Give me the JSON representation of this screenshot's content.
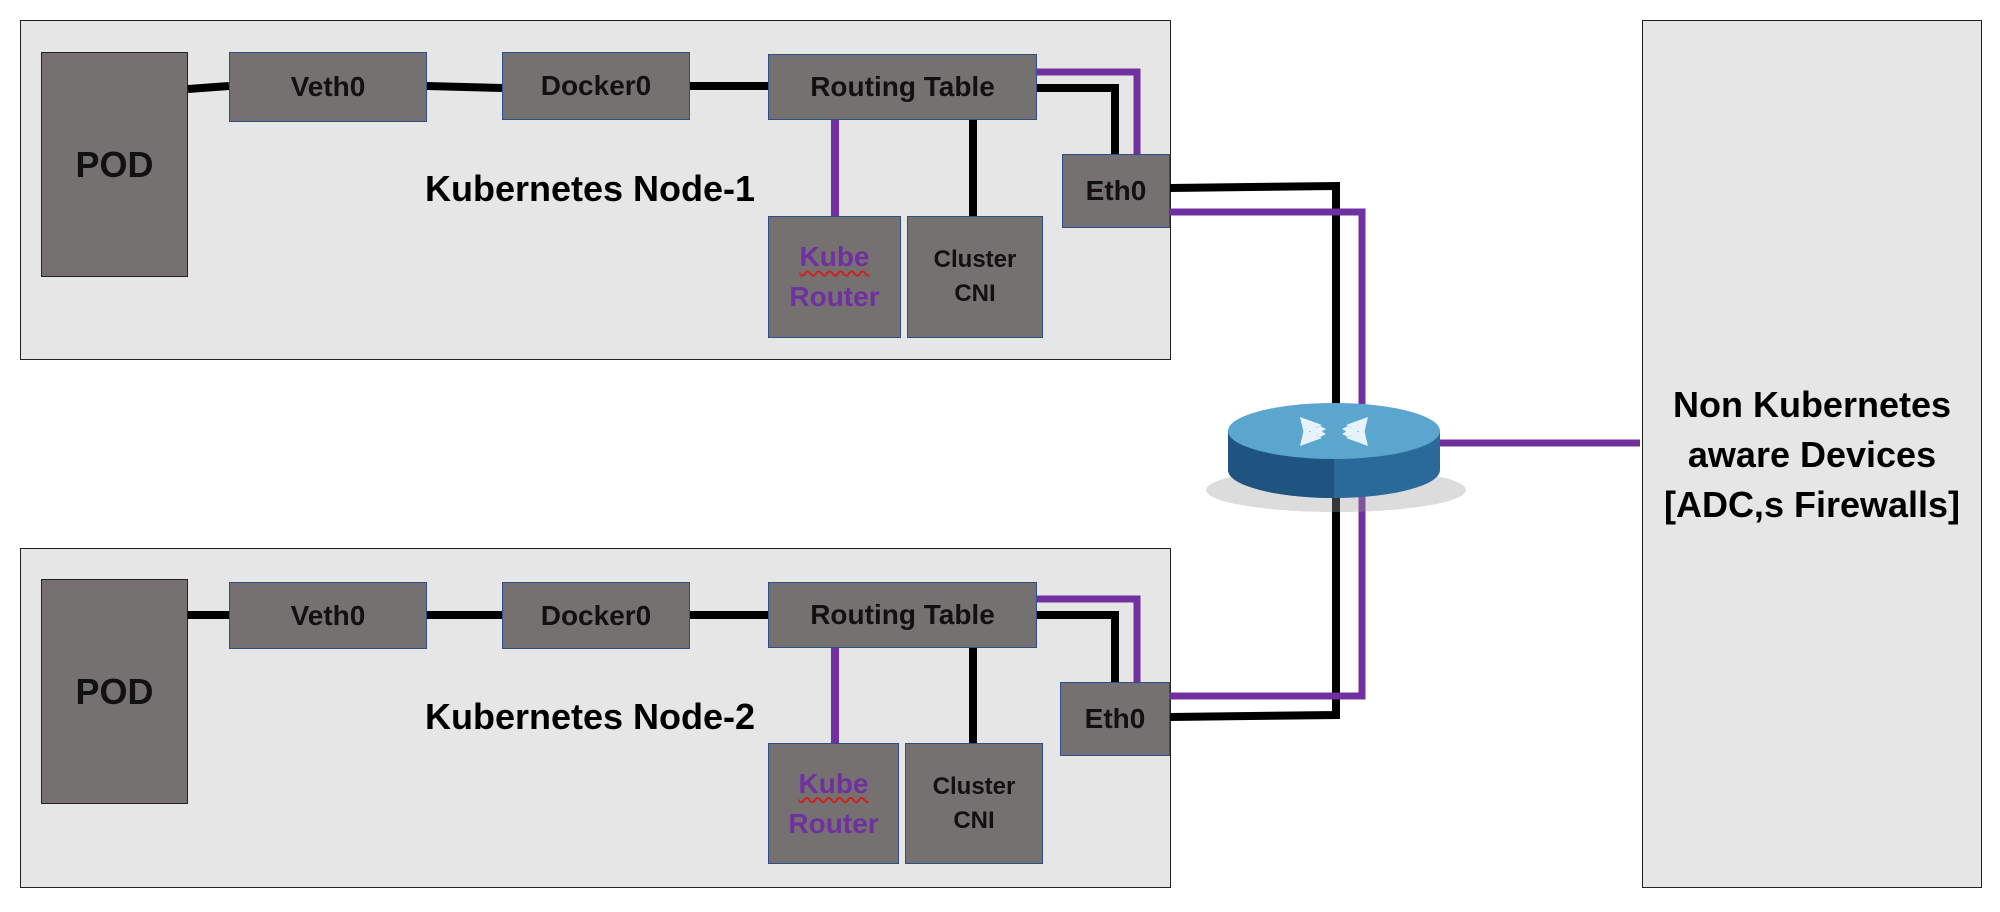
{
  "nodes": [
    {
      "title": "Kubernetes Node-1",
      "pod": "POD",
      "veth": "Veth0",
      "docker": "Docker0",
      "routing_table": "Routing Table",
      "eth": "Eth0",
      "kube_router": {
        "line1": "Kube",
        "line2": "Router"
      },
      "cluster_cni": {
        "line1": "Cluster",
        "line2": "CNI"
      }
    },
    {
      "title": "Kubernetes Node-2",
      "pod": "POD",
      "veth": "Veth0",
      "docker": "Docker0",
      "routing_table": "Routing Table",
      "eth": "Eth0",
      "kube_router": {
        "line1": "Kube",
        "line2": "Router"
      },
      "cluster_cni": {
        "line1": "Cluster",
        "line2": "CNI"
      }
    }
  ],
  "external_devices": {
    "line1": "Non Kubernetes",
    "line2": "aware Devices",
    "line3": "[ADC,s Firewalls]"
  },
  "router_icon": "router-icon",
  "colors": {
    "panel_bg": "#e6e6e6",
    "box_fill": "#767171",
    "box_border": "#2f4f8a",
    "wire_black": "#000000",
    "wire_purple": "#7030a0",
    "router_body": "#2a6a9a",
    "router_top": "#5aa6cf",
    "kube_text": "#7030a0"
  }
}
